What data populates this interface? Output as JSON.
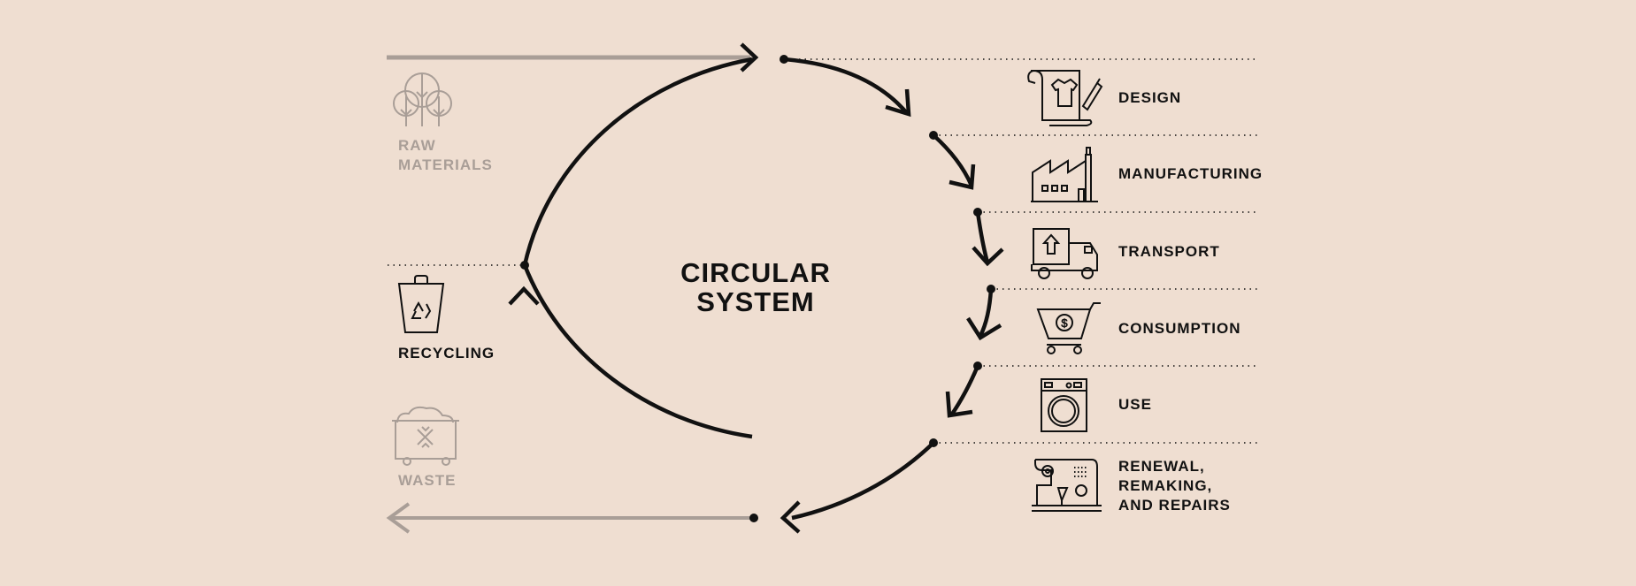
{
  "diagram": {
    "title": "CIRCULAR\nSYSTEM",
    "stages": [
      {
        "id": "design",
        "label": "DESIGN",
        "icon": "blueprint-shirt-icon"
      },
      {
        "id": "manufacturing",
        "label": "MANUFACTURING",
        "icon": "factory-icon"
      },
      {
        "id": "transport",
        "label": "TRANSPORT",
        "icon": "delivery-truck-icon"
      },
      {
        "id": "consumption",
        "label": "CONSUMPTION",
        "icon": "shopping-cart-icon"
      },
      {
        "id": "use",
        "label": "USE",
        "icon": "washing-machine-icon"
      },
      {
        "id": "renewal",
        "label": "RENEWAL,\nREMAKING,\nAND REPAIRS",
        "icon": "sewing-machine-icon"
      }
    ],
    "inputs": [
      {
        "id": "raw-materials",
        "label": "RAW\nMATERIALS",
        "icon": "trees-icon",
        "muted": true
      },
      {
        "id": "recycling",
        "label": "RECYCLING",
        "icon": "recycle-bin-icon",
        "muted": false
      },
      {
        "id": "waste",
        "label": "WASTE",
        "icon": "waste-container-icon",
        "muted": true
      }
    ],
    "colors": {
      "background": "#efded1",
      "ink": "#111111",
      "muted": "#a99e97"
    }
  }
}
